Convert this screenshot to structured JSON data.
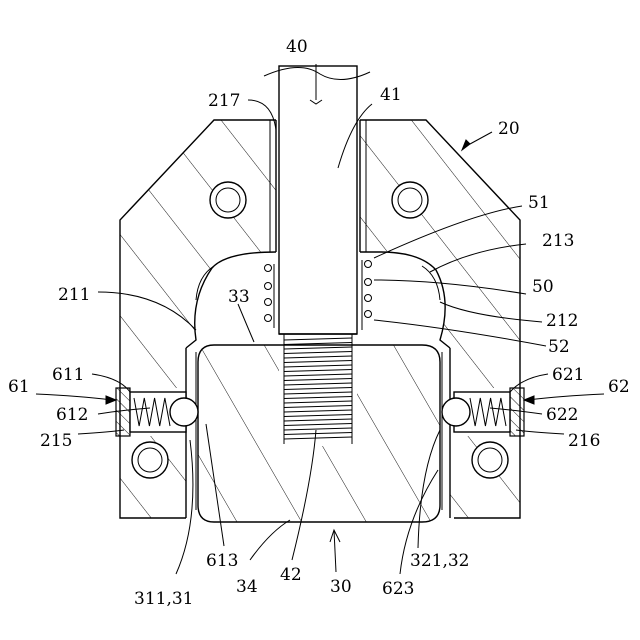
{
  "labels": {
    "l40": "40",
    "l41": "41",
    "l217": "217",
    "l20": "20",
    "l51": "51",
    "l213": "213",
    "l50": "50",
    "l211": "211",
    "l33": "33",
    "l212": "212",
    "l52": "52",
    "l61": "61",
    "l611": "611",
    "l612": "612",
    "l215": "215",
    "l621": "621",
    "l62": "62",
    "l622": "622",
    "l216": "216",
    "l613": "613",
    "l34": "34",
    "l42": "42",
    "l30": "30",
    "l623": "623",
    "l311": "311,31",
    "l321": "321,32"
  }
}
